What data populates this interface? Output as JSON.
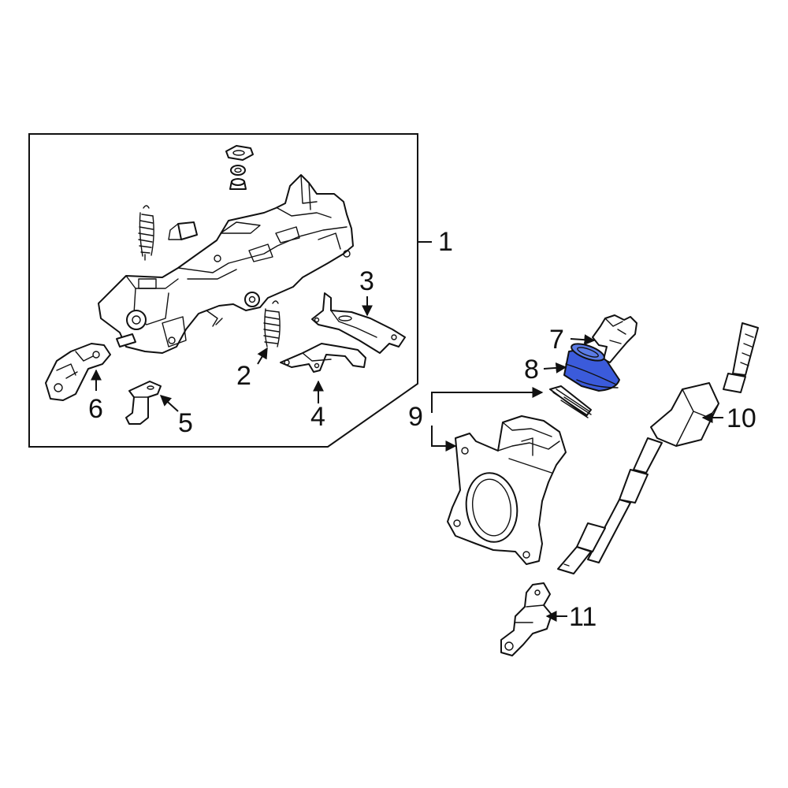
{
  "callouts": {
    "c1": "1",
    "c2": "2",
    "c3": "3",
    "c4": "4",
    "c5": "5",
    "c6": "6",
    "c7": "7",
    "c8": "8",
    "c9": "9",
    "c10": "10",
    "c11": "11"
  },
  "highlight": {
    "part": "8",
    "color": "#3b5bdb"
  }
}
